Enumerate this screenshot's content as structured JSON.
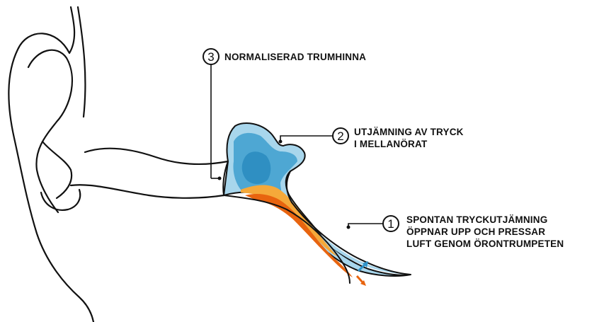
{
  "colors": {
    "outline": "#111111",
    "light_blue": "#a8d6ec",
    "mid_blue": "#4ea7d3",
    "dark_blue": "#2f8fc2",
    "orange": "#e8640f",
    "light_orange": "#f5a93a",
    "arrow_blue": "#2f93c9",
    "arrow_orange": "#e8640f"
  },
  "callouts": [
    {
      "number": "1",
      "lines": [
        "SPONTAN TRYCKUTJÄMNING",
        "ÖPPNAR UPP OCH PRESSAR",
        "LUFT GENOM ÖRONTRUMPETEN"
      ]
    },
    {
      "number": "2",
      "lines": [
        "UTJÄMNING AV TRYCK",
        "I MELLANÖRAT"
      ]
    },
    {
      "number": "3",
      "lines": [
        "NORMALISERAD TRUMHINNA"
      ]
    }
  ],
  "icons": {
    "airflow": "double-arrow-icon"
  }
}
